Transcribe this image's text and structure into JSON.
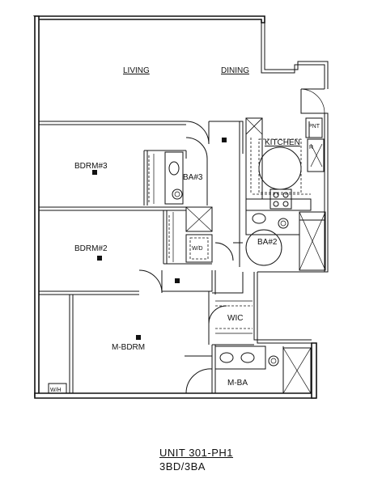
{
  "rooms": {
    "living": "LIVING",
    "dining": "DINING",
    "kitchen": "KITCHEN",
    "bedroom3": "BDRM#3",
    "bath3": "BA#3",
    "bedroom2": "BDRM#2",
    "bath2": "BA#2",
    "washer_dryer": "W/D",
    "wic": "WIC",
    "master_bedroom": "M-BDRM",
    "master_bath": "M-BA",
    "pantry": "PNT",
    "refrigerator": "R",
    "water_heater": "W/H"
  },
  "unit": {
    "title": "UNIT 301-PH1",
    "subtitle": "3BD/3BA"
  }
}
